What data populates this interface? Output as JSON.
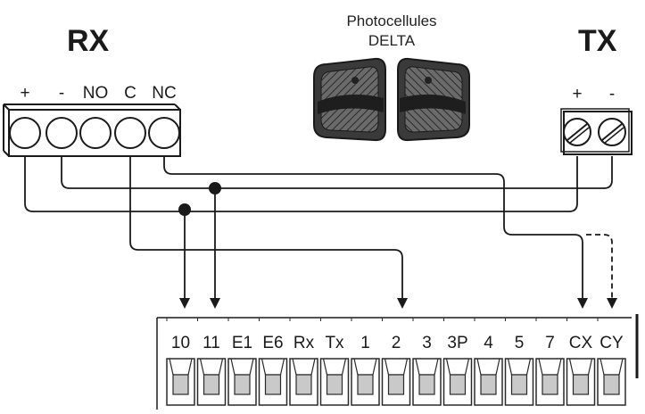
{
  "caption": {
    "line1": "Photocellules",
    "line2": "DELTA"
  },
  "rx": {
    "title": "RX",
    "pins": [
      "+",
      "-",
      "NO",
      "C",
      "NC"
    ]
  },
  "tx": {
    "title": "TX",
    "pins": [
      "+",
      "-"
    ]
  },
  "terminal_block": {
    "labels": [
      "10",
      "11",
      "E1",
      "E6",
      "Rx",
      "Tx",
      "1",
      "2",
      "3",
      "3P",
      "4",
      "5",
      "7",
      "CX",
      "CY"
    ]
  },
  "colors": {
    "wire": "#1a1a1a",
    "terminal_fill": "#c9c9c9",
    "terminal_border": "#2a2a2a",
    "photocell_body": "#3a3a3a"
  },
  "icons": {
    "photocell_left": "photocell-receiver-icon",
    "photocell_right": "photocell-transmitter-icon"
  }
}
